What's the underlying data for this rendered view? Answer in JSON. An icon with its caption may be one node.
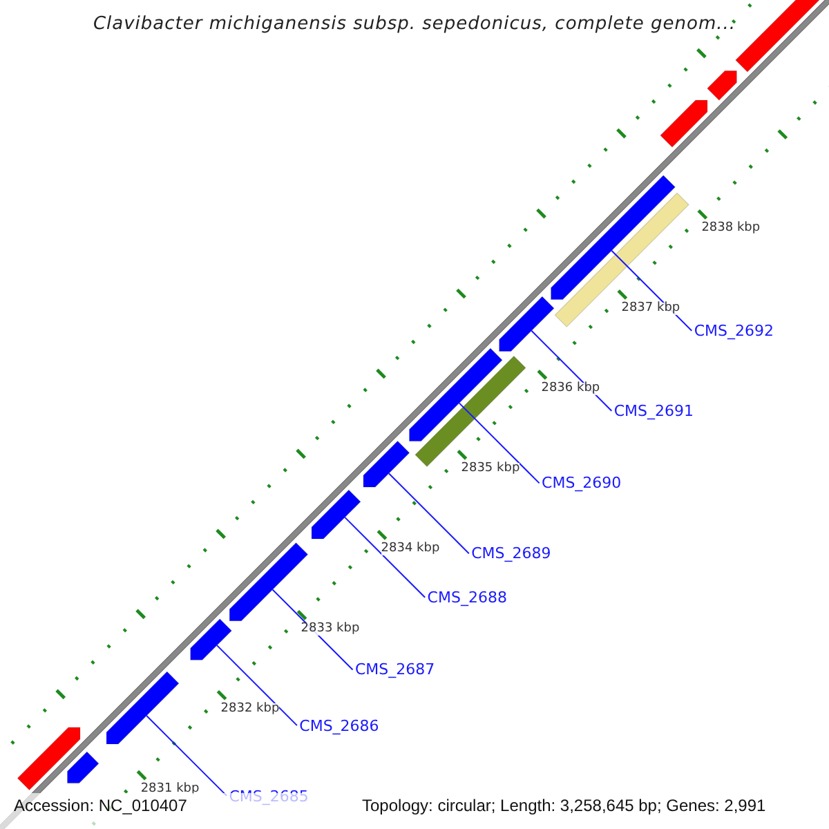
{
  "diagram": {
    "title": "Clavibacter michiganensis subsp. sepedonicus, complete genom...",
    "nodes": [
      {
        "text": [
          "CMS_2692"
        ]
      },
      {
        "text": [
          "CMS_2691"
        ]
      },
      {
        "text": [
          "CMS_2690"
        ]
      },
      {
        "text": [
          "CMS_2689"
        ]
      },
      {
        "text": [
          "CMS_2688"
        ]
      },
      {
        "text": [
          "CMS_2687"
        ]
      },
      {
        "text": [
          "CMS_2686"
        ]
      },
      {
        "text": [
          "CMS_2685"
        ]
      },
      {
        "text": [],
        "shape": "bar"
      },
      {
        "text": [],
        "shape": "bar"
      },
      {
        "text": [],
        "shape": "bar"
      },
      {
        "text": [],
        "shape": "bar"
      },
      {
        "text": [],
        "shape": "bar"
      },
      {
        "text": [],
        "shape": "bar"
      },
      {
        "text": [],
        "shape": "bar"
      },
      {
        "text": [],
        "shape": "bar"
      },
      {
        "text": [],
        "shape": "bar"
      }
    ],
    "edges": [
      {
        "from": 0,
        "to": 8,
        "arrow": "none"
      },
      {
        "from": 1,
        "to": 9,
        "arrow": "none"
      },
      {
        "from": 2,
        "to": 10,
        "arrow": "none"
      },
      {
        "from": 3,
        "to": 11,
        "arrow": "none"
      },
      {
        "from": 4,
        "to": 12,
        "arrow": "none"
      },
      {
        "from": 5,
        "to": 13,
        "arrow": "none"
      },
      {
        "from": 6,
        "to": 14,
        "arrow": "none"
      },
      {
        "from": 7,
        "to": 15,
        "arrow": "none"
      }
    ],
    "labels": [
      "2838 kbp",
      "2837 kbp",
      "2836 kbp",
      "2835 kbp",
      "2834 kbp",
      "2833 kbp",
      "2832 kbp",
      "2831 kbp",
      "Accession: NC_010407",
      "Topology: circular; Length: 3,258,645 bp; Genes: 2,991"
    ]
  }
}
